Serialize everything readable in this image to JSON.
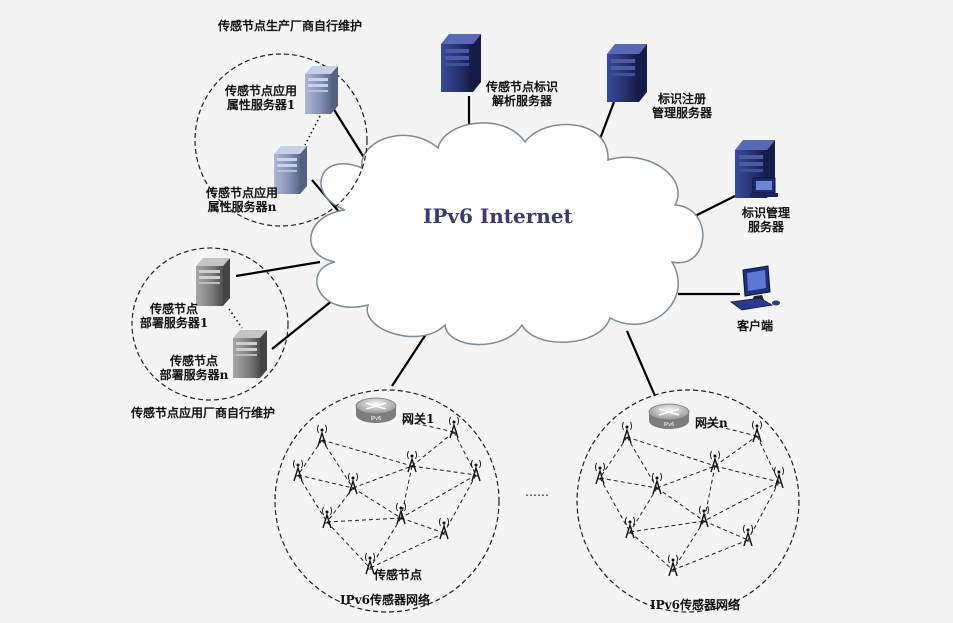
{
  "cloud": {
    "title": "IPv6 Internet"
  },
  "groups": {
    "manufacturer": "传感节点生产厂商自行维护",
    "app_vendor": "传感节点应用厂商自行维护"
  },
  "servers": {
    "attr1": [
      "传感节点应用",
      "属性服务器1"
    ],
    "attrn": [
      "传感节点应用",
      "属性服务器n"
    ],
    "deploy1": [
      "传感节点",
      "部署服务器1"
    ],
    "deployn": [
      "传感节点",
      "部署服务器n"
    ],
    "resolve": [
      "传感节点标识",
      "解析服务器"
    ],
    "register": [
      "标识注册",
      "管理服务器"
    ],
    "manage": [
      "标识管理",
      "服务器"
    ]
  },
  "client": "客户端",
  "networks": {
    "left": {
      "gateway": "网关1",
      "node": "传感节点",
      "name": "IPv6传感器网络"
    },
    "right": {
      "gateway": "网关n",
      "name": "IPv6传感器网络"
    },
    "ellipsis": "……"
  },
  "router_text": "IPv6",
  "colors": {
    "cloud_stroke": "#7f8a93",
    "blue_server": "#1f2a6b",
    "gray_server": "#6f6f6f",
    "title": "#3a3a6e"
  }
}
